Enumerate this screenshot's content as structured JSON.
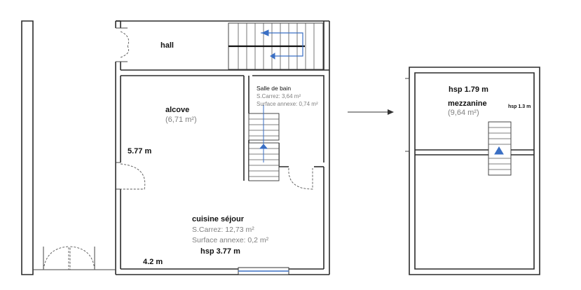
{
  "labels": {
    "hall": "hall",
    "salle_title": "Salle de bain",
    "salle_carrez": "S.Carrez: 3,64 m²",
    "salle_annexe": "Surface annexe: 0,74 m²",
    "alcove_title": "alcove",
    "alcove_area": "(6,71 m²)",
    "dim_577": "5.77 m",
    "cuisine_title": "cuisine séjour",
    "cuisine_carrez": "S.Carrez: 12,73 m²",
    "cuisine_annexe": "Surface annexe: 0,2 m²",
    "hsp_377": "hsp 3.77 m",
    "dim_42": "4.2 m",
    "hsp_179": "hsp 1.79 m",
    "mezz_title": "mezzanine",
    "mezz_area": "(9,64 m²)",
    "hsp_13": "hsp 1.3 m"
  },
  "colors": {
    "wall": "#2b2b2b",
    "arrow_blue": "#3a6fc4",
    "text_grey": "#808080"
  }
}
